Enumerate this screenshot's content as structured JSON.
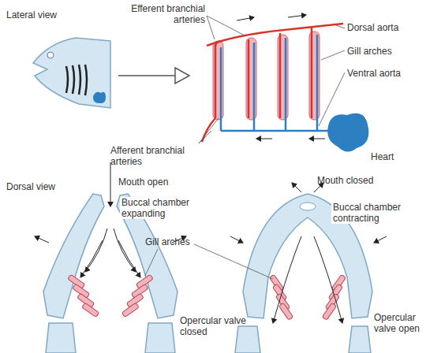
{
  "diagram": {
    "labels": [
      "Lateral view",
      "Efferent branchial arteries",
      "Dorsal aorta",
      "Gill arches",
      "Ventral aorta",
      "Afferent branchial arteries",
      "Heart",
      "Dorsal view",
      "Mouth open",
      "Buccal chamber expanding",
      "Gill arches",
      "Opercular valve closed",
      "Mouth closed",
      "Buccal chamber contracting",
      "Opercular valve open"
    ]
  }
}
